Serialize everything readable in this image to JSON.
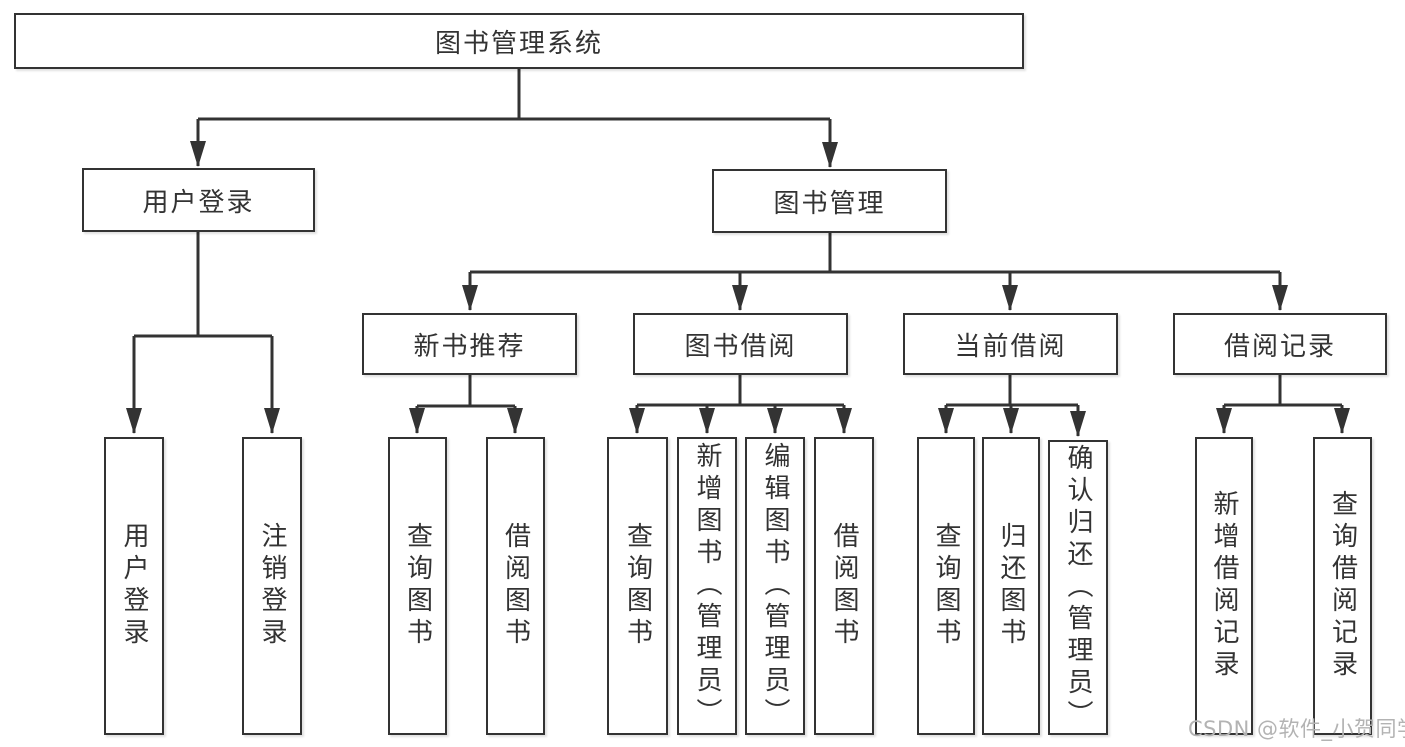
{
  "diagram": {
    "title": "图书管理系统",
    "root": {
      "label": "图书管理系统"
    },
    "branches": [
      {
        "label": "用户登录",
        "children": [
          "用户登录",
          "注销登录"
        ]
      },
      {
        "label": "图书管理",
        "children": [
          {
            "label": "新书推荐",
            "children": [
              "查询图书",
              "借阅图书"
            ]
          },
          {
            "label": "图书借阅",
            "children": [
              "查询图书",
              "新增图书（管理员）",
              "编辑图书（管理员）",
              "借阅图书"
            ]
          },
          {
            "label": "当前借阅",
            "children": [
              "查询图书",
              "归还图书",
              "确认归还（管理员）"
            ]
          },
          {
            "label": "借阅记录",
            "children": [
              "新增借阅记录",
              "查询借阅记录"
            ]
          }
        ]
      }
    ]
  },
  "watermark": {
    "text": "CSDN @软件_小贺同学"
  },
  "colors": {
    "line": "#333333",
    "text": "#333333",
    "watermark": "#b3b3b3",
    "background": "#ffffff"
  }
}
